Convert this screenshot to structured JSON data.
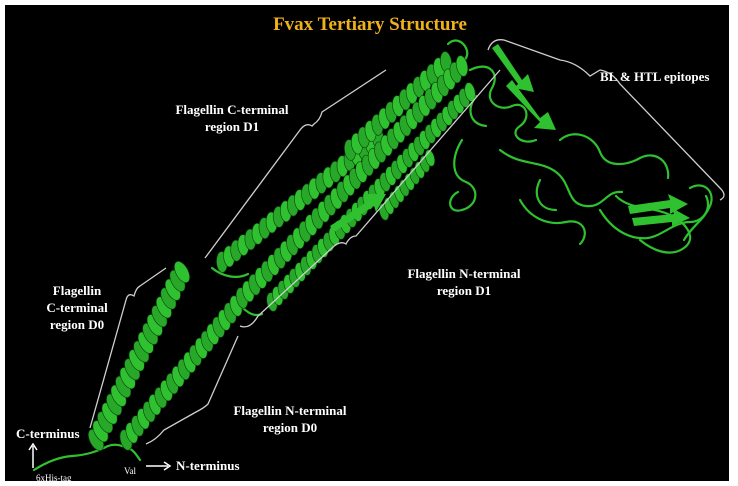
{
  "title": "Fvax Tertiary Structure",
  "title_color": "#f0b21a",
  "ribbon_color": "#2fc12f",
  "bracket_color": "#cfcfcf",
  "labels": {
    "bl_htl": "BL & HTL epitopes",
    "fc_d1_line1": "Flagellin C-terminal",
    "fc_d1_line2": "region D1",
    "fn_d1_line1": "Flagellin N-terminal",
    "fn_d1_line2": "region  D1",
    "fc_d0_line1": "Flagellin",
    "fc_d0_line2": "C-terminal",
    "fc_d0_line3": "region D0",
    "fn_d0_line1": "Flagellin N-terminal",
    "fn_d0_line2": "region D0",
    "c_terminus": "C-terminus",
    "n_terminus": "N-terminus",
    "val": "Val",
    "his_tag": "6xHis-tag"
  }
}
